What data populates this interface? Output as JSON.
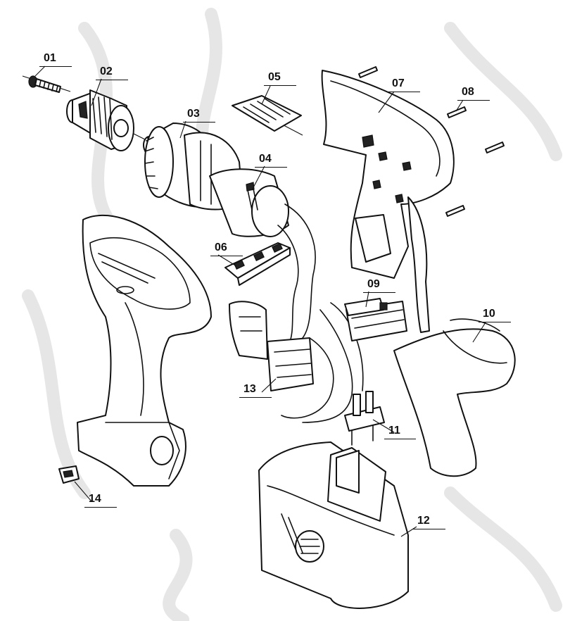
{
  "diagram": {
    "labels": {
      "p01": "01",
      "p02": "02",
      "p03": "03",
      "p04": "04",
      "p05": "05",
      "p06": "06",
      "p07": "07",
      "p08": "08",
      "p09": "09",
      "p10": "10",
      "p11": "11",
      "p12": "12",
      "p13": "13",
      "p14": "14"
    }
  }
}
